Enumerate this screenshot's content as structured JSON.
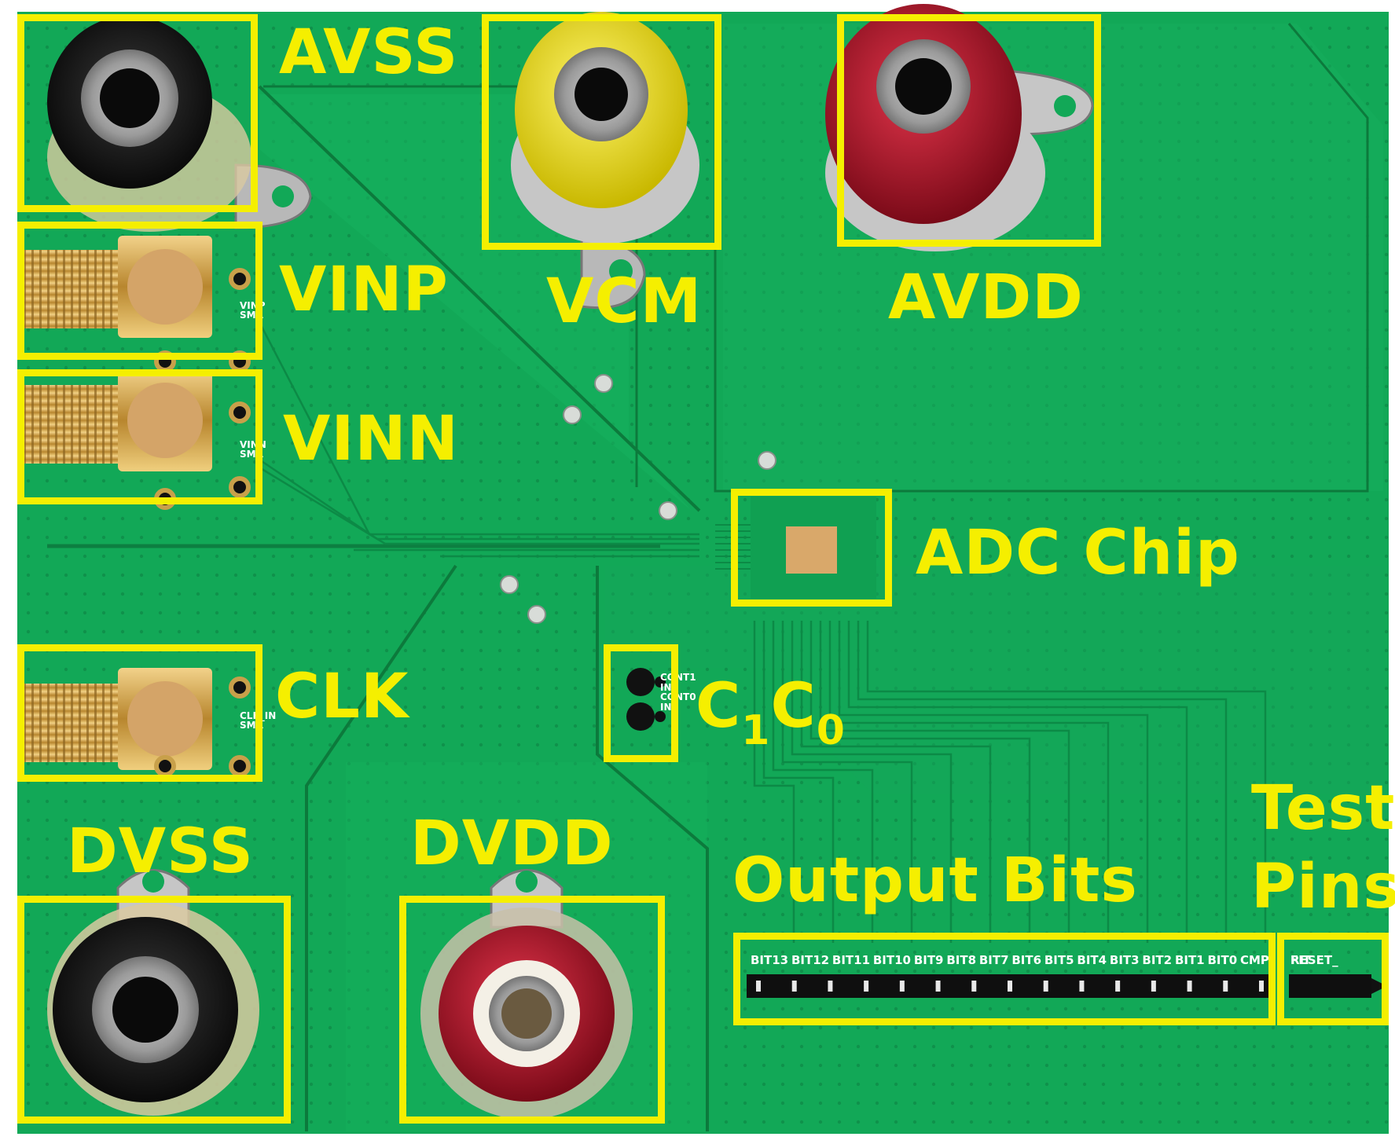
{
  "labels": {
    "avss": "AVSS",
    "vcm": "VCM",
    "avdd": "AVDD",
    "vinp": "VINP",
    "vinn": "VINN",
    "clk": "CLK",
    "dvss": "DVSS",
    "dvdd": "DVDD",
    "adc_chip": "ADC Chip",
    "c1": "C",
    "c1_sub": "1",
    "c0": "C",
    "c0_sub": "0",
    "output_bits": "Output Bits",
    "test": "Test",
    "pins": "Pins"
  },
  "silkscreen": {
    "bits": [
      "BIT13",
      "BIT12",
      "BIT11",
      "BIT10",
      "BIT9",
      "BIT8",
      "BIT7",
      "BIT6",
      "BIT5",
      "BIT4",
      "BIT3",
      "BIT2",
      "BIT1",
      "BIT0",
      "CMP"
    ],
    "test_pins": [
      "FIT",
      "RESET_"
    ],
    "smd_p": [
      "VINP",
      "SMA"
    ],
    "smd_n": [
      "VINN",
      "SMA"
    ],
    "smd_clk": [
      "CLK_IN",
      "SMA"
    ],
    "c_labels": [
      "CONT1",
      "IN",
      "CONT0",
      "IN"
    ]
  },
  "colors": {
    "board": "#12a857",
    "highlight": "#f5ef00",
    "black_jack": "#111111",
    "red_jack": "#c8102e",
    "yellow_jack": "#f3e500",
    "gold": "#c8a04a"
  }
}
